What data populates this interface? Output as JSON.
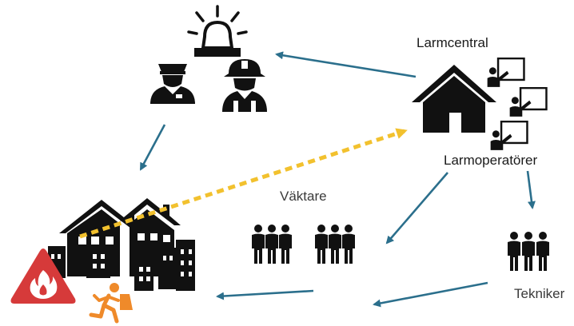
{
  "labels": {
    "alarm_center": "Larmcentral",
    "alarm_operators": "Larmoperatörer",
    "guards": "Väktare",
    "technicians": "Tekniker"
  },
  "colors": {
    "arrow": "#2b6f8c",
    "dashed_signal": "#f2c12e",
    "fire_warning": "#d63a3a",
    "runner": "#ef8a2a",
    "icon": "#111111"
  },
  "icons": [
    "siren-icon",
    "police-officer-icon",
    "firefighter-icon",
    "house-icon",
    "operator-screen-icon",
    "guard-group-icon",
    "technician-group-icon",
    "building-cluster-icon",
    "fire-warning-icon",
    "running-thief-icon"
  ]
}
